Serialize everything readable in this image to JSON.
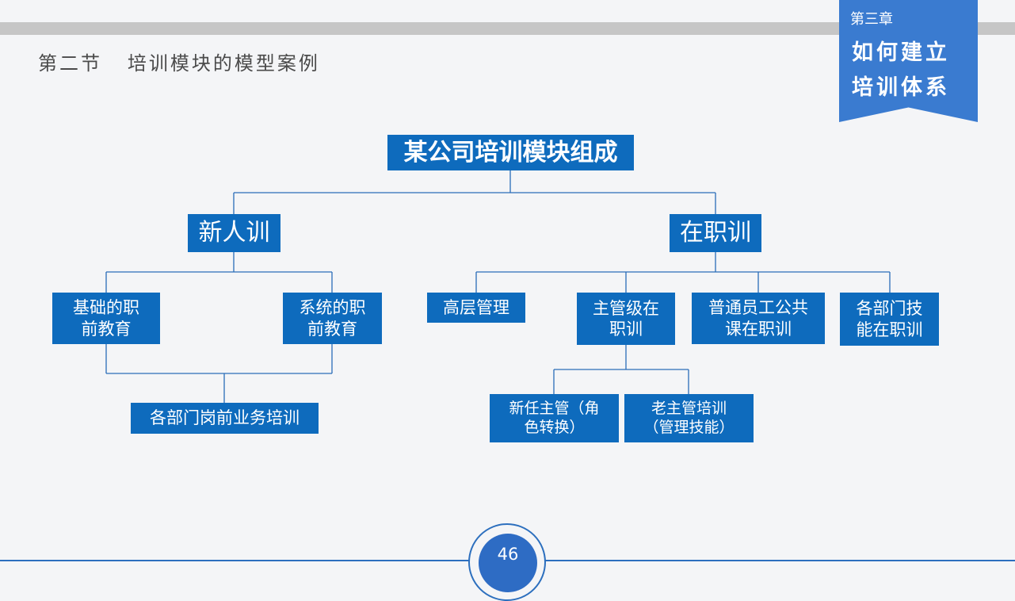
{
  "header": {
    "section_title": "第二节   培训模块的模型案例"
  },
  "chapter_tag": {
    "label": "第三章",
    "title_line1": "如何建立",
    "title_line2": "培训体系",
    "color": "#3a7bd0"
  },
  "diagram": {
    "root": "某公司培训模块组成",
    "new_hire": {
      "label": "新人训",
      "children": [
        "基础的职\n前教育",
        "系统的职\n前教育"
      ],
      "merged_child": "各部门岗前业务培训"
    },
    "on_job": {
      "label": "在职训",
      "children": [
        "高层管理",
        "主管级在\n职训",
        "普通员工公共\n课在职训",
        "各部门技\n能在职训"
      ],
      "supervisor_children": [
        "新任主管（角\n色转换）",
        "老主管培训\n（管理技能）"
      ]
    },
    "node_color": "#0e6bbd",
    "line_color": "#2a6db8"
  },
  "footer": {
    "page_number": "46"
  }
}
